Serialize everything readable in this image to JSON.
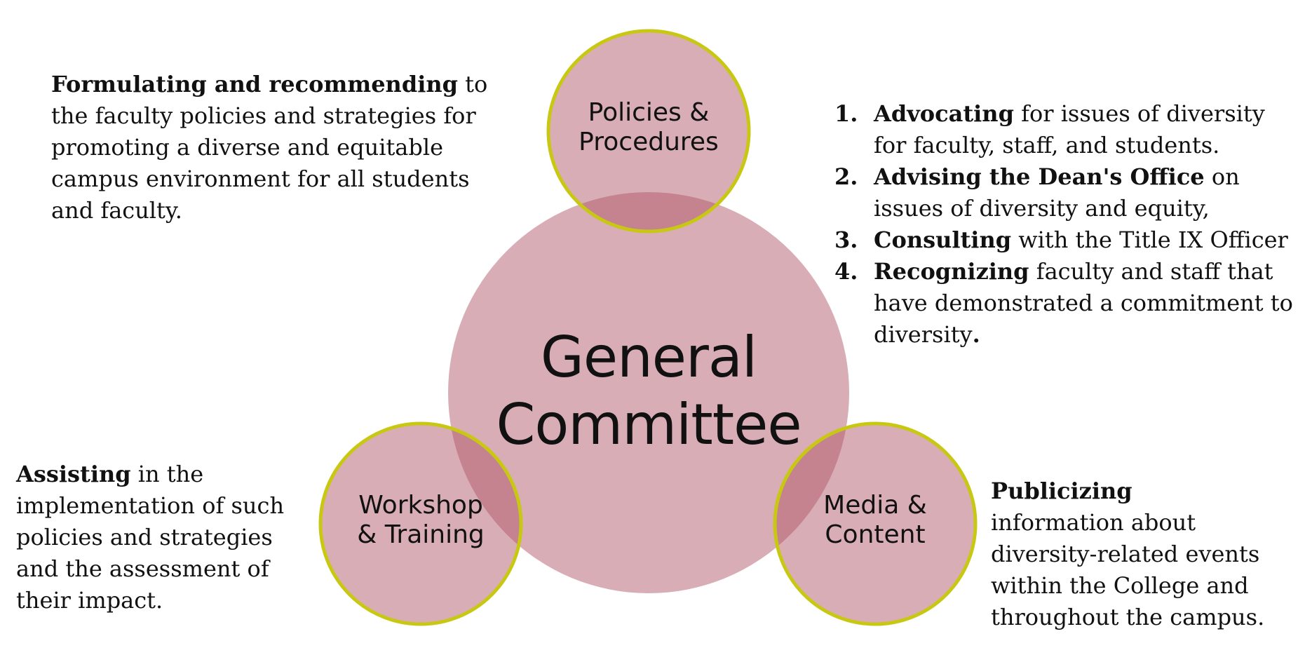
{
  "colors": {
    "circle_fill": "#d9adb5",
    "circle_overlap": "#c4838f",
    "circle_stroke": "#c8c814",
    "text": "#111111"
  },
  "circles": {
    "top": {
      "lines": [
        "Policies &",
        "Procedures"
      ]
    },
    "center": {
      "lines": [
        "General",
        "Committee"
      ]
    },
    "left": {
      "lines": [
        "Workshop",
        "& Training"
      ]
    },
    "right": {
      "lines": [
        "Media &",
        "Content"
      ]
    }
  },
  "descriptions": {
    "top_left": {
      "bold": "Formulating and recommending",
      "rest_first_line": " to",
      "lines": [
        "the faculty policies and strategies for",
        "promoting a diverse and equitable",
        "campus environment for all students",
        "and faculty."
      ]
    },
    "top_right": {
      "items": [
        {
          "number": "1.",
          "bold": "Advocating",
          "rest_first_line": " for issues of diversity",
          "lines": [
            "for faculty, staff, and students."
          ]
        },
        {
          "number": "2.",
          "bold": "Advising the Dean's Office",
          "rest_first_line": " on",
          "lines": [
            "issues of diversity and equity,"
          ]
        },
        {
          "number": "3.",
          "bold": "Consulting",
          "rest_first_line": " with the Title IX Officer",
          "lines": []
        },
        {
          "number": "4.",
          "bold": "Recognizing",
          "rest_first_line": " faculty and staff that",
          "lines": [
            "have demonstrated a commitment to"
          ],
          "last_plain": "diversity",
          "last_bold": "."
        }
      ]
    },
    "bottom_left": {
      "bold": "Assisting",
      "rest_first_line": " in the",
      "lines": [
        "implementation of such",
        "policies and strategies",
        "and the assessment of",
        "their impact."
      ]
    },
    "bottom_right": {
      "bold": "Publicizing",
      "lines": [
        "information about",
        "diversity-related events",
        "within the College and",
        "throughout the campus."
      ]
    }
  }
}
